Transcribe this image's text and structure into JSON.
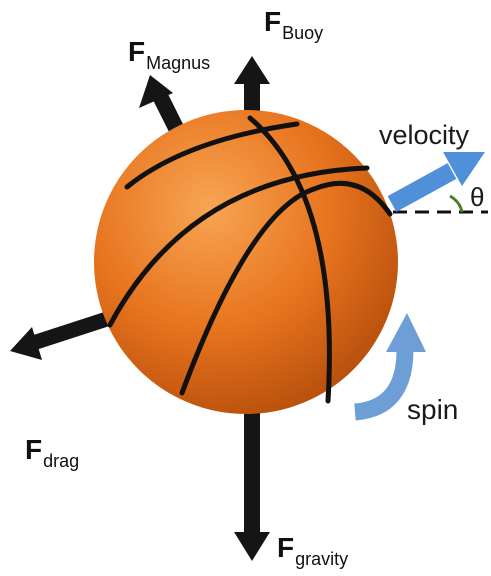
{
  "labels": {
    "buoy": {
      "symbol": "F",
      "sub": "Buoy"
    },
    "magnus": {
      "symbol": "F",
      "sub": "Magnus"
    },
    "drag": {
      "symbol": "F",
      "sub": "drag"
    },
    "gravity": {
      "symbol": "F",
      "sub": "gravity"
    },
    "velocity": "velocity",
    "theta": "θ",
    "spin": "spin"
  },
  "colors": {
    "ball_light": "#f7a553",
    "ball_mid": "#e8741f",
    "ball_dark": "#b8500c",
    "seam": "#111111",
    "force_arrow": "#151515",
    "velocity_arrow": "#4f90d8",
    "spin_arrow": "#6d9fd6",
    "theta_arc": "#4f7f2a"
  }
}
